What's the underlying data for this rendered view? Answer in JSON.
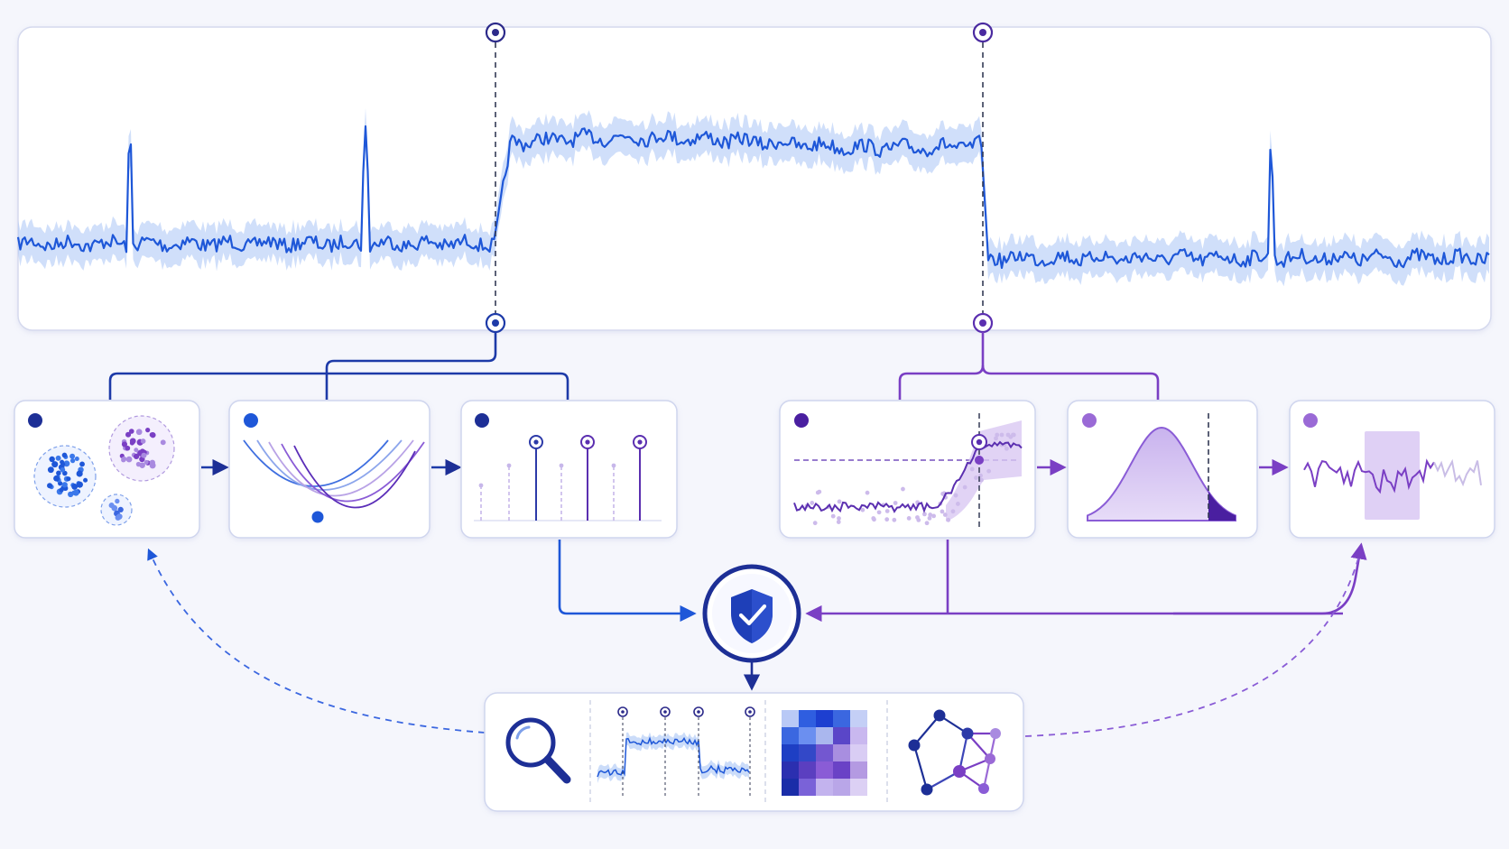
{
  "colors": {
    "background": "#f5f6fc",
    "panel_fill": "#ffffff",
    "panel_stroke": "#d5d9ee",
    "blue": "#1e57d8",
    "blue_band": "#a9c4f5",
    "navy": "#1d2f96",
    "purple": "#7a3fc4",
    "purple_light": "#a88ee0",
    "lavender": "#d9c8f3"
  },
  "icons": {
    "hub": "shield-check-icon",
    "output_1": "magnifier-icon",
    "output_2": "segmented-signal-icon",
    "output_3": "heatmap-icon",
    "output_4": "network-graph-icon"
  },
  "signal": {
    "segments": 3,
    "change_points": 2,
    "spikes": 3,
    "levels": [
      "low",
      "high",
      "low"
    ]
  },
  "stages": {
    "left": [
      "clustering",
      "optimization-curve",
      "stem-plot"
    ],
    "right": [
      "changepoint-fit",
      "distribution-threshold",
      "window-highlight"
    ]
  },
  "output_tiles": 4
}
